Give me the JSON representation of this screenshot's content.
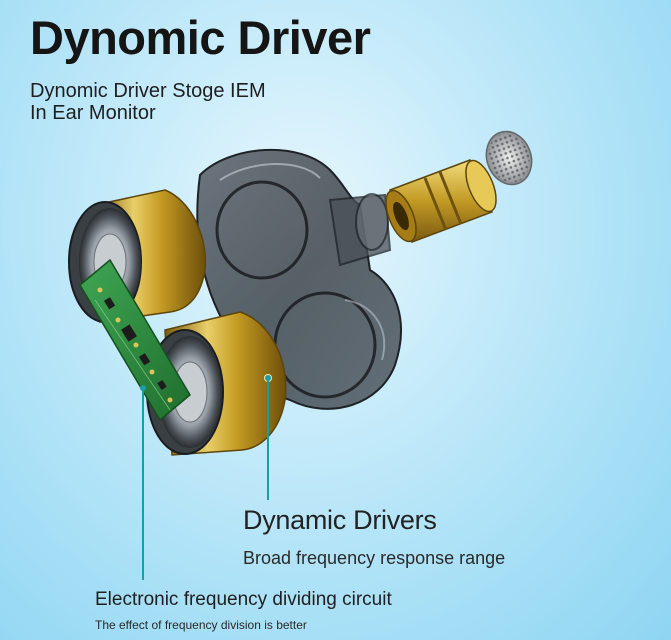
{
  "header": {
    "title": "Dynomic Driver",
    "subtitle_line1": "Dynomic Driver Stoge IEM",
    "subtitle_line2": "In Ear Monitor"
  },
  "callouts": {
    "drivers": {
      "heading": "Dynamic Drivers",
      "description": "Broad frequency response range"
    },
    "circuit": {
      "heading": "Electronic frequency dividing circuit",
      "description": "The effect of frequency division is better"
    }
  },
  "colors": {
    "background": "#a6dff6",
    "gold": "#c9a227",
    "pcb_green": "#2e8a3e",
    "shell": "#3a3f44",
    "callout_line": "#1a9ea6"
  }
}
